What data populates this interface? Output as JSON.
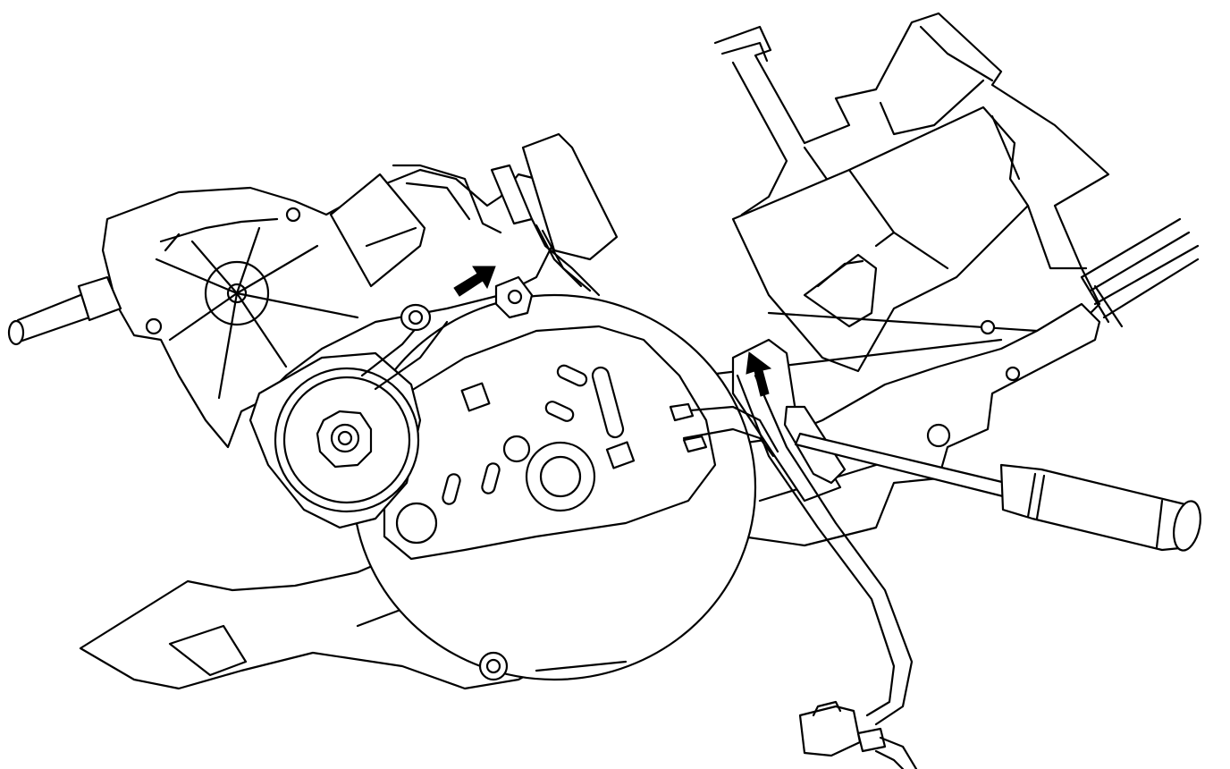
{
  "figure": {
    "kind": "line-art technical illustration",
    "background_color": "#ffffff",
    "line_color": "#000000"
  },
  "indicators": [
    {
      "id": "arrow-upper",
      "icon": "black-direction-arrow"
    },
    {
      "id": "arrow-lower",
      "icon": "black-direction-arrow"
    }
  ],
  "tools": [
    {
      "id": "screwdriver",
      "icon": "flat-screwdriver"
    }
  ]
}
